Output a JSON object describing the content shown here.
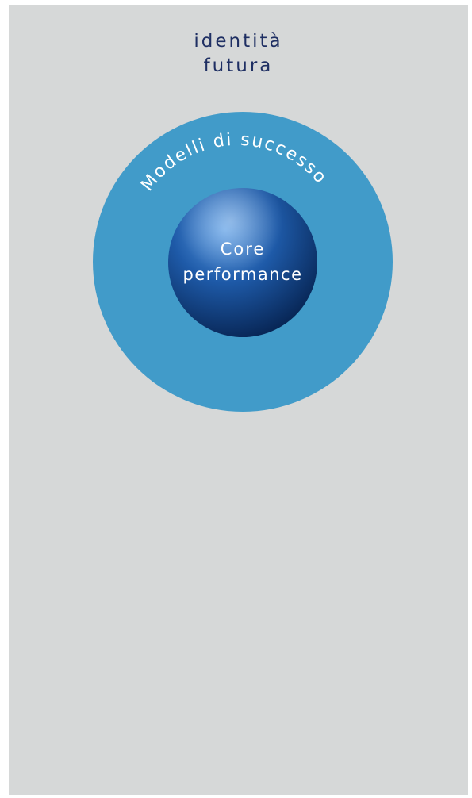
{
  "title": {
    "line1": "identità",
    "line2": "futura"
  },
  "outer_ring": {
    "label": "Modelli di successo"
  },
  "core": {
    "line1": "Core",
    "line2": "performance"
  },
  "colors": {
    "panel_background": "#d6d8d8",
    "title_text": "#1f2f63",
    "outer_ring": "#419bc9",
    "core_sphere_highlight": "#5fa0e6",
    "core_sphere_mid": "#1e5aa8",
    "core_sphere_dark": "#06224f",
    "label_text": "#ffffff"
  }
}
